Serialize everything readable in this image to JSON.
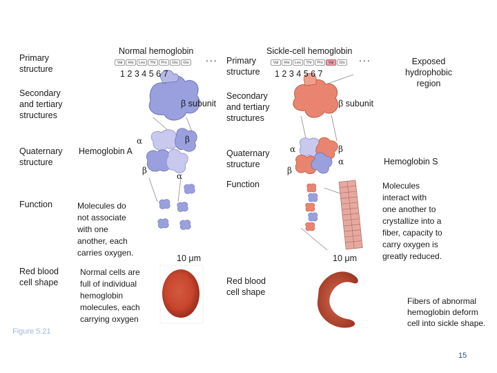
{
  "rows": {
    "primary": "Primary\nstructure",
    "secondary": "Secondary\nand tertiary\nstructures",
    "quaternary": "Quaternary\nstructure",
    "function": "Function",
    "rbc": "Red blood\ncell shape"
  },
  "normal": {
    "title": "Normal hemoglobin",
    "residues": [
      "Val",
      "His",
      "Leu",
      "Thr",
      "Pro",
      "Glu",
      "Glu"
    ],
    "numbers": "1  2  3  4  5  6  7",
    "ellipsis": "...",
    "beta_subunit": "β subunit",
    "hemoglobin_name": "Hemoglobin A",
    "function_text": "Molecules do\nnot associate\nwith one\nanother, each\ncarries oxygen.",
    "scale": "10 μm",
    "rbc_text": "Normal cells are\nfull of individual\nhemoglobin\nmolecules, each\ncarrying oxygen"
  },
  "sickle": {
    "title": "Sickle-cell hemoglobin",
    "residues": [
      "Val",
      "His",
      "Leu",
      "Thr",
      "Pro",
      "Val",
      "Glu"
    ],
    "mutant_index": 5,
    "numbers": "1  2  3  4  5  6  7",
    "ellipsis": "...",
    "primary": "Primary\nstructure",
    "secondary": "Secondary\nand tertiary\nstructures",
    "quaternary": "Quaternary\nstructure",
    "function": "Function",
    "rbc": "Red blood\ncell shape",
    "beta_subunit": "β subunit",
    "exposed": "Exposed\nhydrophobic\nregion",
    "hemoglobin_name": "Hemoglobin S",
    "function_text": "Molecules\ninteract with\none another to\ncrystallize into a\nfiber, capacity to\ncarry oxygen is\ngreatly reduced.",
    "scale": "10 μm",
    "rbc_text": "Fibers of abnormal\nhemoglobin deform\ncell into sickle shape."
  },
  "greek": {
    "alpha": "α",
    "beta": "β"
  },
  "figure_label": "Figure 5.21",
  "page_number": "15",
  "colors": {
    "subunit_beta": "#9aa0dd",
    "subunit_alpha": "#c9c8ef",
    "sickle_beta": "#e8846f",
    "rbc_normal": "#c8452e",
    "rbc_sickle": "#b4432c"
  }
}
